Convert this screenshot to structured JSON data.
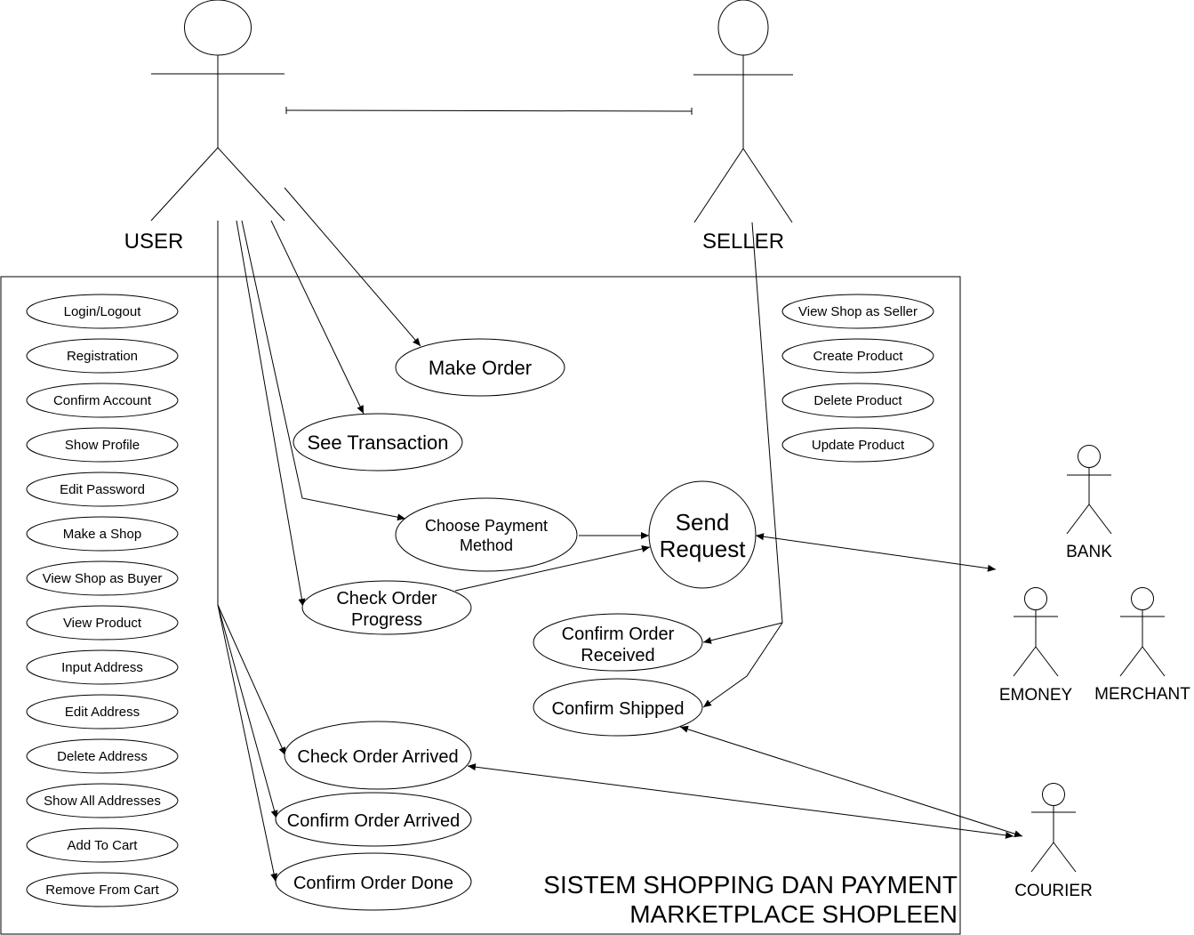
{
  "diagram": {
    "system_title_line1": "SISTEM SHOPPING DAN PAYMENT",
    "system_title_line2": "MARKETPLACE SHOPLEEN"
  },
  "actors": {
    "user": "USER",
    "seller": "SELLER",
    "bank": "BANK",
    "emoney": "EMONEY",
    "merchant": "MERCHANT",
    "courier": "COURIER"
  },
  "left_use_cases": [
    "Login/Logout",
    "Registration",
    "Confirm Account",
    "Show Profile",
    "Edit Password",
    "Make a Shop",
    "View Shop as Buyer",
    "View Product",
    "Input Address",
    "Edit Address",
    "Delete Address",
    "Show All Addresses",
    "Add To Cart",
    "Remove From Cart"
  ],
  "seller_use_cases": [
    "View Shop as Seller",
    "Create Product",
    "Delete Product",
    "Update Product"
  ],
  "main_use_cases": {
    "make_order": "Make Order",
    "see_transaction": "See Transaction",
    "choose_payment_line1": "Choose Payment",
    "choose_payment_line2": "Method",
    "check_progress_line1": "Check Order",
    "check_progress_line2": "Progress",
    "send_request_line1": "Send",
    "send_request_line2": "Request",
    "confirm_received_line1": "Confirm Order",
    "confirm_received_line2": "Received",
    "confirm_shipped": "Confirm Shipped",
    "check_arrived": "Check Order Arrived",
    "confirm_arrived": "Confirm Order Arrived",
    "confirm_done": "Confirm Order Done"
  }
}
